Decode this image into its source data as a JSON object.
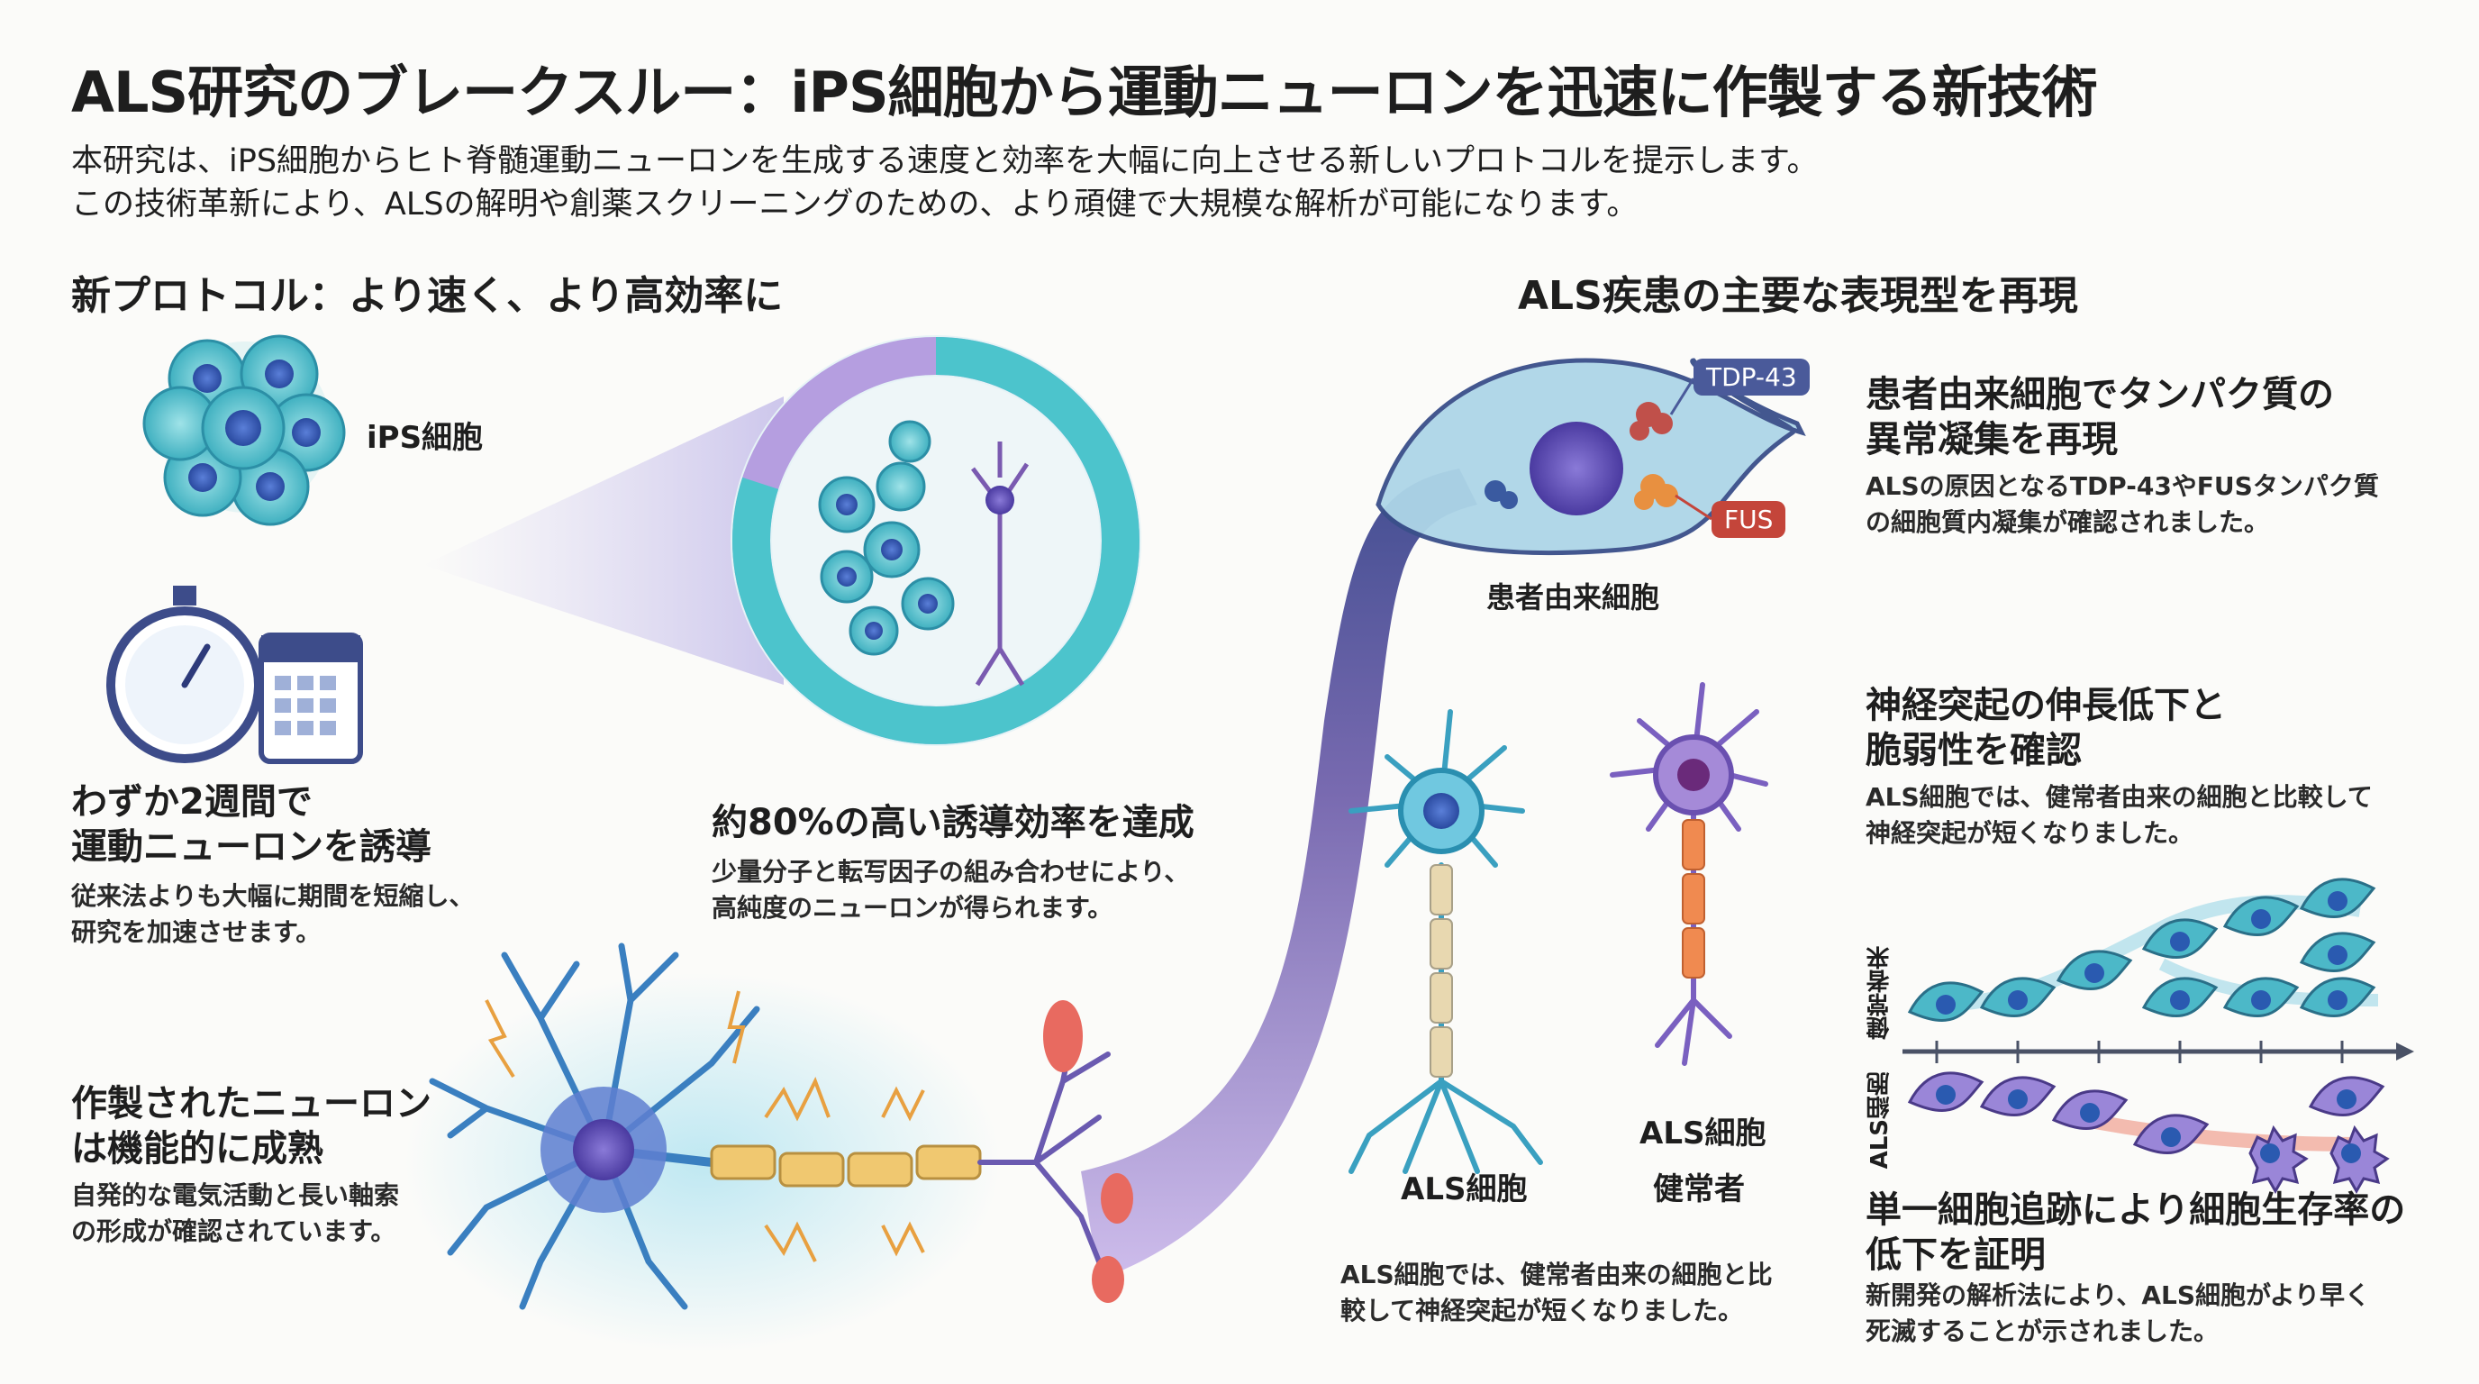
{
  "header": {
    "title": "ALS研究のブレークスルー：iPS細胞から運動ニューロンを迅速に作製する新技術",
    "subtitle_lines": [
      "本研究は、iPS細胞からヒト脊髄運動ニューロンを生成する速度と効率を大幅に向上させる新しいプロトコルを提示します。",
      "この技術革新により、ALSの解明や創薬スクリーニングのための、より頑健で大規模な解析が可能になります。"
    ]
  },
  "left_section": {
    "heading": "新プロトコル：より速く、より高効率に",
    "ips_label": "iPS細胞",
    "speed": {
      "heading": [
        "わずか2週間で",
        "運動ニューロンを誘導"
      ],
      "desc": [
        "従来法よりも大幅に期間を短縮し、",
        "研究を加速させます。"
      ]
    },
    "efficiency": {
      "heading": "約80%の高い誘導効率を達成",
      "desc": [
        "少量分子と転写因子の組み合わせにより、",
        "高純度のニューロンが得られます。"
      ],
      "ring_fraction": 0.8
    },
    "maturation": {
      "heading": [
        "作製されたニューロン",
        "は機能的に成熟"
      ],
      "desc": [
        "自発的な電気活動と長い軸索",
        "の形成が確認されています。"
      ]
    }
  },
  "right_section": {
    "heading": "ALS疾患の主要な表現型を再現",
    "patient_cell_label": "患者由来細胞",
    "tags": {
      "tdp43": "TDP-43",
      "fus": "FUS"
    },
    "aggregation": {
      "heading": [
        "患者由来細胞でタンパク質の",
        "異常凝集を再現"
      ],
      "desc": [
        "ALSの原因となるTDP-43やFUSタンパク質",
        "の細胞質内凝集が確認されました。"
      ]
    },
    "neurite": {
      "heading": [
        "神経突起の伸長低下と",
        "脆弱性を確認"
      ],
      "desc": [
        "ALS細胞では、健常者由来の細胞と比較して",
        "神経突起が短くなりました。"
      ],
      "labels": {
        "als_left": "ALS細胞",
        "als_right": "ALS細胞",
        "healthy": "健常者"
      },
      "caption": [
        "ALS細胞では、健常者由来の細胞と比",
        "較して神経突起が短くなりました。"
      ]
    },
    "tracking": {
      "row_labels": {
        "healthy": "健常者来",
        "als": "ALS細胞"
      },
      "heading": [
        "単一細胞追跡により細胞生存率の",
        "低下を証明"
      ],
      "desc": [
        "新開発の解析法により、ALS細胞がより早く",
        "死滅することが示されました。"
      ]
    }
  },
  "colors": {
    "teal": "#3fb8c4",
    "purple": "#8b6cc4",
    "navy": "#3a3f8f",
    "tdp": "#4a5a9a",
    "fus": "#c4453a",
    "orange": "#e8a040"
  }
}
